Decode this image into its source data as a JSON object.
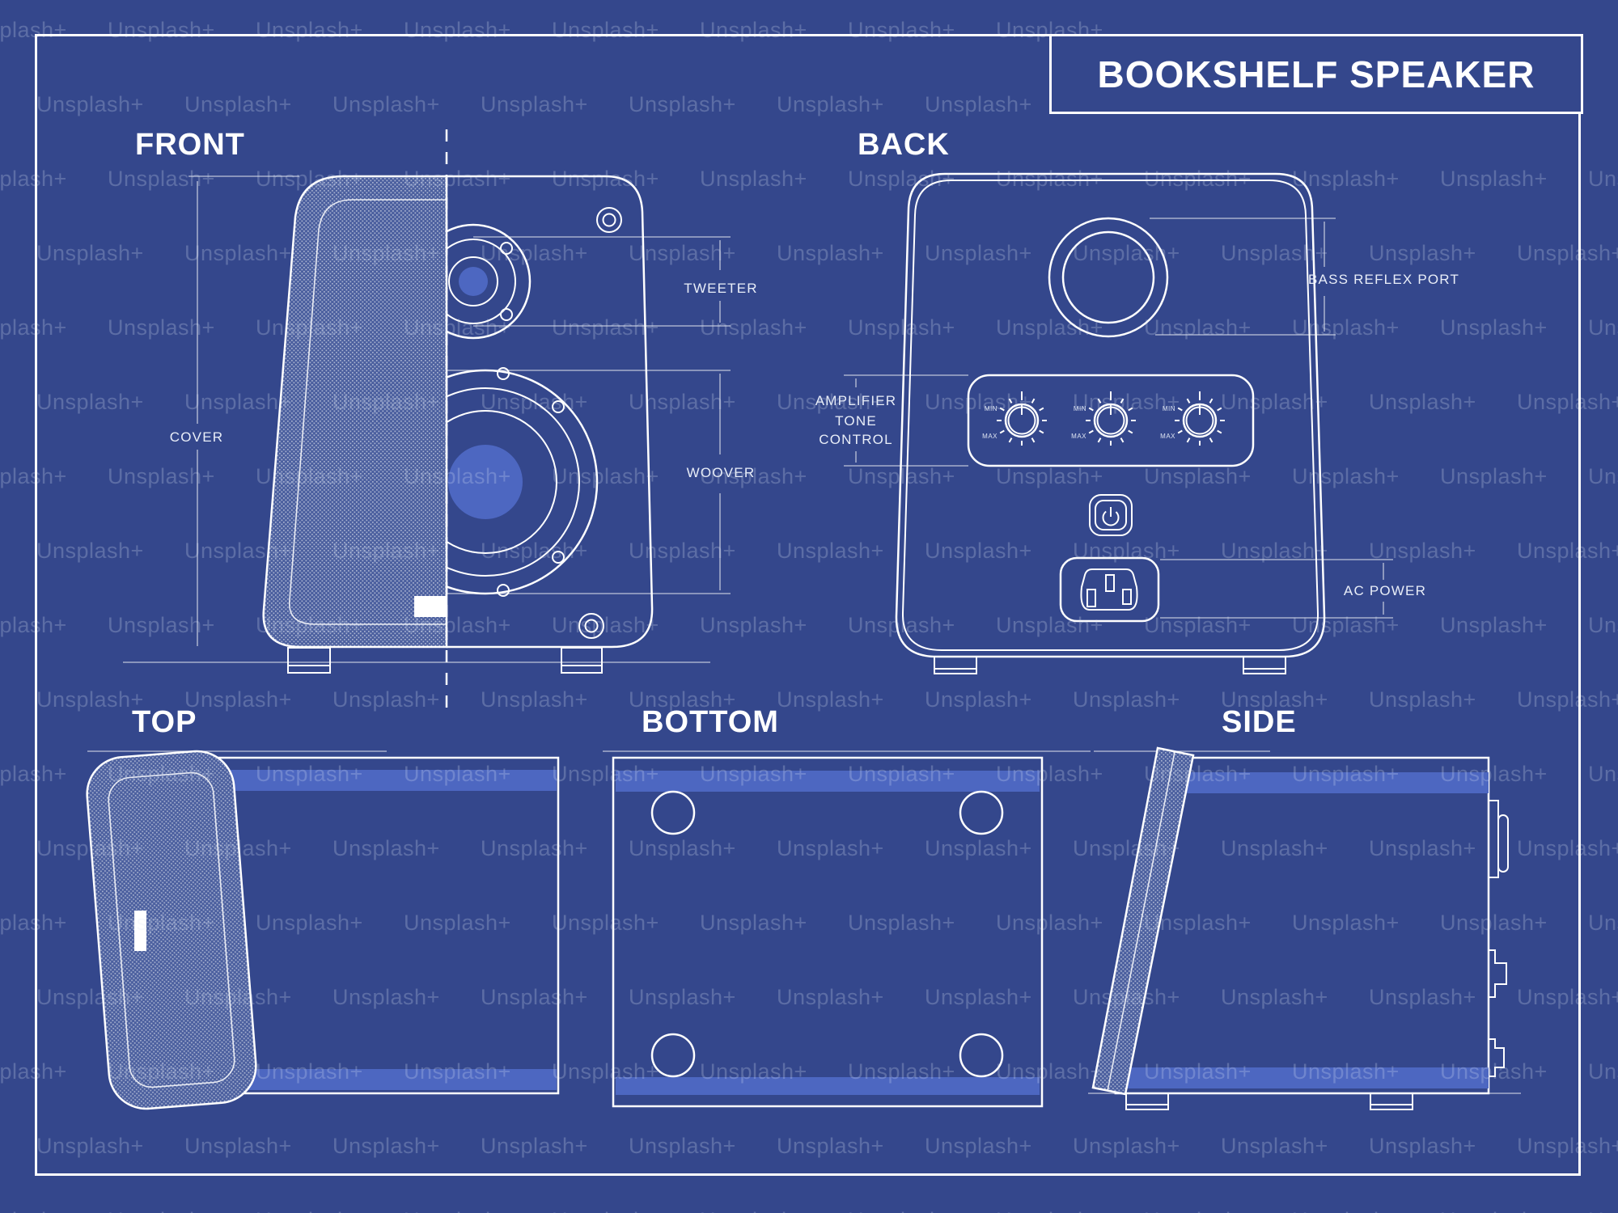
{
  "title_block": {
    "title": "BOOKSHELF SPEAKER"
  },
  "watermark": {
    "text": "Unsplash+"
  },
  "colors": {
    "background": "#34478c",
    "accent": "#4d67c1",
    "line": "#ffffff"
  },
  "views": {
    "front": {
      "label": "FRONT",
      "cover_label": "COVER",
      "tweeter_label": "TWEETER",
      "woofer_label": "WOOVER"
    },
    "back": {
      "label": "BACK",
      "bass_reflex_label": "BASS REFLEX PORT",
      "amp_label_line1": "AMPLIFIER",
      "amp_label_line2": "TONE",
      "amp_label_line3": "CONTROL",
      "ac_power_label": "AC POWER",
      "knob_min": "MIN",
      "knob_max": "MAX"
    },
    "top": {
      "label": "TOP"
    },
    "bottom": {
      "label": "BOTTOM"
    },
    "side": {
      "label": "SIDE"
    }
  }
}
